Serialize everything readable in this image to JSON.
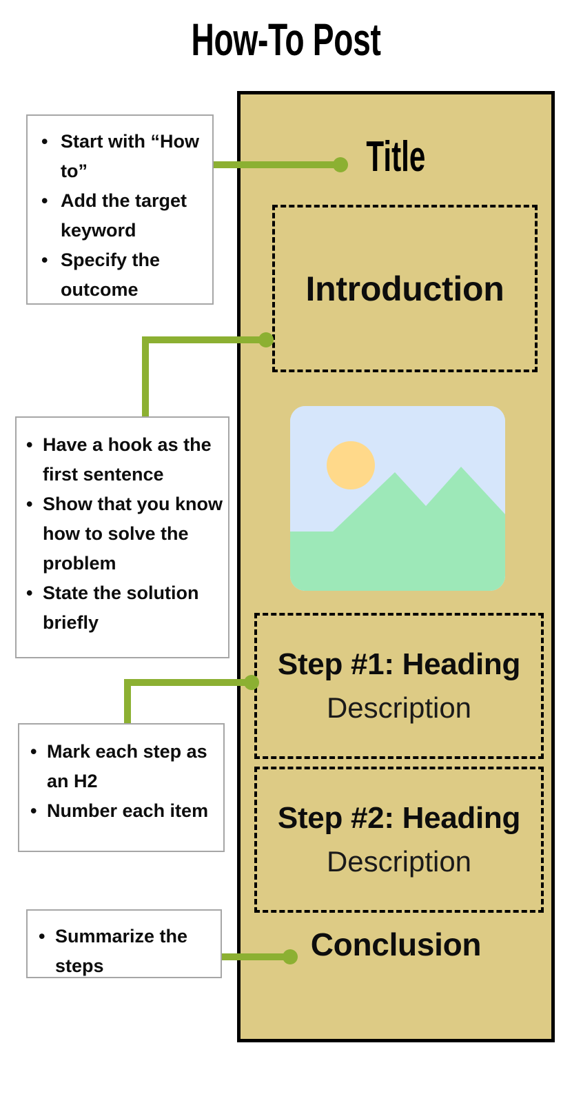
{
  "heading": {
    "text": "How-To Post"
  },
  "panel": {
    "title": "Title",
    "introduction": "Introduction",
    "conclusion": "Conclusion",
    "image_placeholder": {
      "icon": "image-placeholder-icon",
      "sky_color": "#d6e6fb",
      "sun_color": "#ffd98a",
      "mountain_color": "#9de8b8"
    },
    "steps": [
      {
        "heading": "Step #1: Heading",
        "description": "Description"
      },
      {
        "heading": "Step #2: Heading",
        "description": "Description"
      }
    ]
  },
  "callouts": [
    {
      "target": "title",
      "items": [
        "Start with “How to”",
        "Add the target keyword",
        "Specify the outcome"
      ]
    },
    {
      "target": "introduction",
      "items": [
        "Have a hook as the first sentence",
        "Show that you know how to solve the problem",
        "State the solution briefly"
      ]
    },
    {
      "target": "step-1",
      "items": [
        "Mark each step as an H2",
        "Number each item"
      ]
    },
    {
      "target": "conclusion",
      "items": [
        "Summarize the steps"
      ]
    }
  ],
  "colors": {
    "panel_background": "#ddcb85",
    "panel_border": "#000000",
    "connector_green": "#8cb032",
    "callout_background": "#ffffff",
    "callout_border": "#a6a6a6",
    "text": "#000000"
  }
}
